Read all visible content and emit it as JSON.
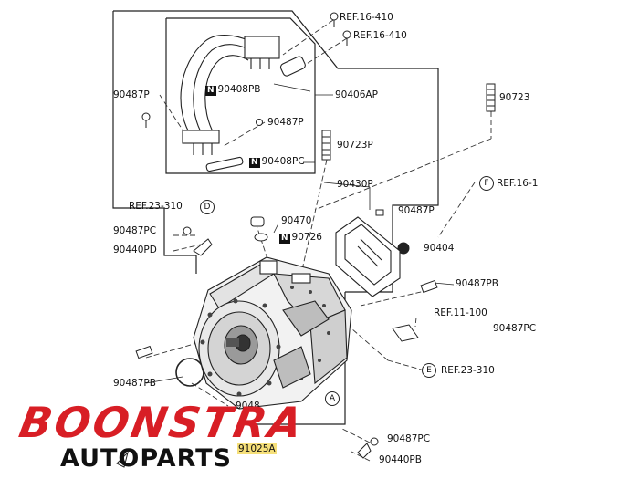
{
  "labels": {
    "ref_16_410_a": "REF.16-410",
    "ref_16_410_b": "REF.16-410",
    "p_90723": "90723",
    "p_90487P_left": "90487P",
    "p_90408PB": "90408PB",
    "p_90406AP": "90406AP",
    "p_90487P_mid": "90487P",
    "p_90723P": "90723P",
    "p_90408PC": "90408PC",
    "p_90430P": "90430P",
    "ref_16_1": "REF.16-1",
    "ref_23_310_a": "REF.23-310",
    "p_90487PC_left": "90487PC",
    "p_90470": "90470",
    "p_90726": "90726",
    "p_90487P_right": "90487P",
    "p_90440PD": "90440PD",
    "p_90404": "90404",
    "p_90487PB_right": "90487PB",
    "ref_11_100": "REF.11-100",
    "p_90487PC_right": "90487PC",
    "p_90487PB_left": "90487PB",
    "ref_23_310_b": "REF.23-310",
    "p_90487PC_bottom": "90487PC",
    "p_90440PB": "90440PB",
    "p_91025A": "91025A",
    "p_9048x": "9048"
  },
  "callouts": {
    "d": "D",
    "f": "F",
    "e": "E",
    "a": "A",
    "n": "N"
  },
  "brand": {
    "name": "BOONSTRA",
    "sub": "AUTOPARTS",
    "color": "#d81e25"
  }
}
